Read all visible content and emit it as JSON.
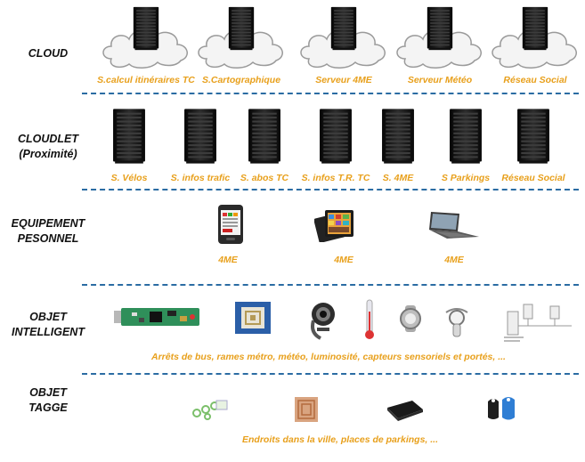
{
  "colors": {
    "label": "#e8a01c",
    "separator": "#2b6ca3",
    "tier_text": "#111111",
    "server": "#1b1b1b"
  },
  "tiers": {
    "cloud": {
      "lines": [
        "CLOUD"
      ]
    },
    "cloudlet": {
      "lines": [
        "CLOUDLET",
        "(Proximité)"
      ]
    },
    "personal": {
      "lines": [
        "EQUIPEMENT",
        "PESONNEL"
      ]
    },
    "smart": {
      "lines": [
        "OBJET",
        "INTELLIGENT"
      ]
    },
    "tagged": {
      "lines": [
        "OBJET",
        "TAGGE"
      ]
    }
  },
  "cloud_services": [
    "S.calcul itinéraires TC",
    "S.Cartographique",
    "Serveur 4ME",
    "Serveur Météo",
    "Réseau Social"
  ],
  "cloudlet_services": [
    "S. Vélos",
    "S. infos trafic",
    "S.  abos TC",
    "S. infos T.R. TC",
    "S. 4ME",
    "S Parkings",
    "Réseau Social"
  ],
  "personal_devices": [
    {
      "icon": "smartphone-icon",
      "label": "4ME"
    },
    {
      "icon": "tablet-icon",
      "label": "4ME"
    },
    {
      "icon": "laptop-icon",
      "label": "4ME"
    }
  ],
  "smart_objects": {
    "icons": [
      "circuit-board-icon",
      "rfid-reader-icon",
      "webcam-icon",
      "thermometer-icon",
      "smart-watch-icon",
      "motion-sensor-icon",
      "sensor-network-icon"
    ],
    "caption": "Arrêts de bus, rames métro, météo, luminosité, capteurs sensoriels et portés, ..."
  },
  "tagged_objects": {
    "icons": [
      "rfid-tags-icon",
      "nfc-tag-icon",
      "tag-box-icon",
      "keyfob-tags-icon"
    ],
    "caption": "Endroits dans la ville, places de parkings, ..."
  }
}
